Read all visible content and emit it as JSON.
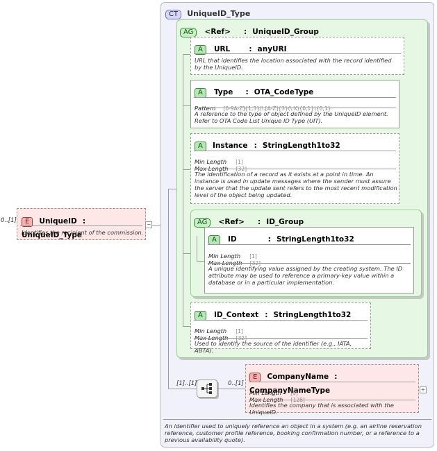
{
  "root_element": {
    "badge": "E",
    "cardinality": "0..[1]",
    "name": "UniqueID",
    "type": "UniqueID_Type",
    "separator": ":",
    "doc": "Identifies the recipient of the commission."
  },
  "complex_type": {
    "badge": "CT",
    "name": "UniqueID_Type",
    "doc": "An identifier used to uniquely reference an object in a system (e.g. an airline reservation reference, customer profile reference, booking confirmation number, or a reference to a previous availability quote)."
  },
  "attribute_group_1": {
    "badge": "AG",
    "ref_label": "<Ref>",
    "separator": ":",
    "name": "UniqueID_Group"
  },
  "url_attr": {
    "badge": "A",
    "name": "URL",
    "separator": ":",
    "type": "anyURI",
    "doc": "URL that identifies the location associated with the record identified by the UniqueID."
  },
  "type_attr": {
    "badge": "A",
    "name": "Type",
    "separator": ":",
    "type": "OTA_CodeType",
    "pattern_label": "Pattern",
    "pattern_value": "[0-9A-Z]{1,3}(\\.[A-Z]{3}(\\.X){0,1}){0,1}",
    "doc": "A reference to the type of object defined by the UniqueID element. Refer to OTA Code List Unique ID Type (UIT)."
  },
  "instance_attr": {
    "badge": "A",
    "name": "Instance",
    "separator": ":",
    "type": "StringLength1to32",
    "min_label": "Min Length",
    "min_value": "[1]",
    "max_label": "Max Length",
    "max_value": "[32]",
    "doc": "The identification of a record as it exists at a point in time. An instance is used in update messages where the sender must assure the server that the update sent refers to the most recent modification level of the object being updated."
  },
  "attribute_group_2": {
    "badge": "AG",
    "ref_label": "<Ref>",
    "separator": ":",
    "name": "ID_Group"
  },
  "id_attr": {
    "badge": "A",
    "name": "ID",
    "separator": ":",
    "type": "StringLength1to32",
    "min_label": "Min Length",
    "min_value": "[1]",
    "max_label": "Max Length",
    "max_value": "[32]",
    "doc": "A unique identifying value assigned by the creating system.  The ID attribute may be used to reference a primary-key value within a database or in a particular implementation."
  },
  "id_context_attr": {
    "badge": "A",
    "name": "ID_Context",
    "separator": ":",
    "type": "StringLength1to32",
    "min_label": "Min Length",
    "min_value": "[1]",
    "max_label": "Max Length",
    "max_value": "[32]",
    "doc": "Used to identify the source of the identifier (e.g., IATA, ABTA)."
  },
  "sequence": {
    "cardinality": "[1]..[1]",
    "icon": "sequence-icon"
  },
  "company_name": {
    "badge": "E",
    "cardinality": "0..[1]",
    "name": "CompanyName",
    "separator": ":",
    "type": "CompanyNameType",
    "min_label": "Min Length",
    "min_value": "[0]",
    "max_label": "Max Length",
    "max_value": "[128]",
    "doc": "Identifies the company that is associated with the UniqueID."
  },
  "colors": {
    "element_fill": "#fde7e7",
    "attribute_group_fill": "#e6f8e3",
    "complex_type_fill": "#f1f1fb"
  }
}
